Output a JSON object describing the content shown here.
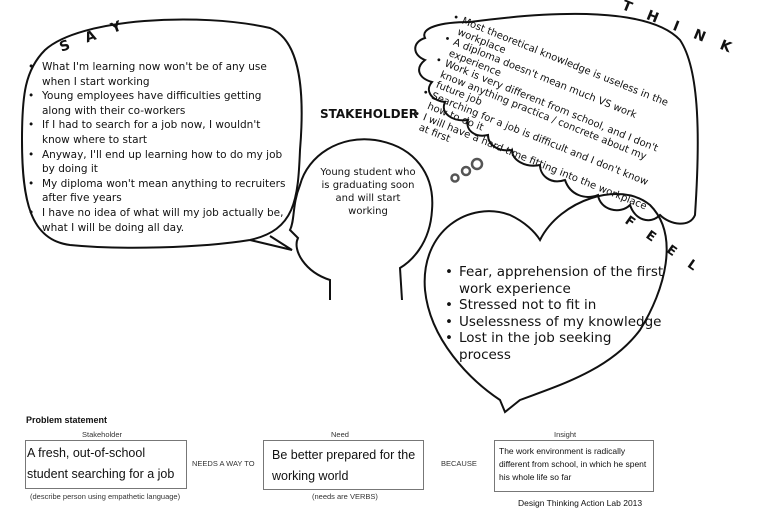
{
  "say": {
    "title": "S A Y",
    "items": [
      "What I'm learning now won't be of any use when I start working",
      "Young employees have difficulties getting along with their co-workers",
      "If I had to search for a job now, I wouldn't know where to start",
      "Anyway, I'll end up learning how to do my job by doing it",
      "My diploma won't mean anything to recruiters after five years",
      "I have no idea of what will my job actually be, what I will be doing all day."
    ]
  },
  "think": {
    "title": "T H I N K",
    "items": [
      "Most theoretical knowledge is useless in the workplace",
      "A diploma doesn't mean much VS work experience",
      "Work is very different from school, and I don't know anything practica / concrete about my future job",
      "Searching for a job is difficult and I don't know how to do it",
      "I will have a hard time fitting into the workplace at first"
    ]
  },
  "feel": {
    "title": "F E E L",
    "items": [
      "Fear, apprehension of the first work experience",
      "Stressed not to fit in",
      "Uselessness of my knowledge",
      "Lost in the job seeking process"
    ]
  },
  "stakeholder": {
    "title": "STAKEHOLDER",
    "description": "Young student who is graduating soon and will start working"
  },
  "problem": {
    "heading": "Problem statement",
    "stakeholder_label": "Stakeholder",
    "need_label": "Need",
    "insight_label": "Insight",
    "stakeholder_text": "A fresh, out-of-school student searching for a job",
    "needs_a_way_to": "NEEDS A WAY TO",
    "need_text": "Be better prepared for the working world",
    "because": "BECAUSE",
    "insight_text": "The work environment is radically different from school, in which he spent his whole life so far",
    "stakeholder_hint": "(describe person using empathetic language)",
    "need_hint": "(needs are VERBS)",
    "credit": "Design Thinking Action Lab 2013"
  }
}
